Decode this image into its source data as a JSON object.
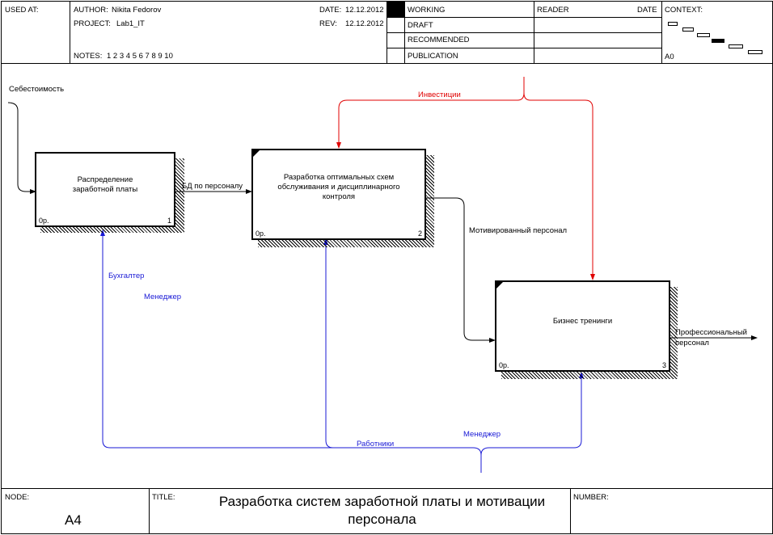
{
  "header": {
    "used_at_label": "USED AT:",
    "author_label": "AUTHOR:",
    "author": "Nikita Fedorov",
    "project_label": "PROJECT:",
    "project": "Lab1_IT",
    "notes_label": "NOTES:",
    "notes_numbers": "1  2  3  4  5  6  7  8  9  10",
    "date_label": "DATE:",
    "date": "12.12.2012",
    "rev_label": "REV:",
    "rev": "12.12.2012",
    "status": [
      "WORKING",
      "DRAFT",
      "RECOMMENDED",
      "PUBLICATION"
    ],
    "reader_label": "READER",
    "reader_date_label": "DATE",
    "context_label": "CONTEXT:",
    "context_node": "A0"
  },
  "diagram": {
    "boxes": [
      {
        "title": "Распределение\nзаработной платы",
        "cost": "0р.",
        "number": "1"
      },
      {
        "title": "Разработка оптимальных схем\nобслуживания и дисциплинарного\nконтроля",
        "cost": "0р.",
        "number": "2"
      },
      {
        "title": "Бизнес тренинги",
        "cost": "0р.",
        "number": "3"
      }
    ],
    "arrows": {
      "input_cost": "Себестоимость",
      "bd_personnel": "БД по персоналу",
      "investments": "Инвестиции",
      "motivated_staff": "Мотивированный персонал",
      "professional_staff": "Профессиональный\nперсонал",
      "accountant": "Бухгалтер",
      "manager_1": "Менеджер",
      "workers": "Работники",
      "manager_2": "Менеджер"
    },
    "colors": {
      "control": "#e00000",
      "mechanism": "#1a1ad6",
      "line": "#000000"
    }
  },
  "footer": {
    "node_label": "NODE:",
    "node": "A4",
    "title_label": "TITLE:",
    "title": "Разработка систем  заработной платы  и мотивации\nперсонала",
    "number_label": "NUMBER:"
  }
}
